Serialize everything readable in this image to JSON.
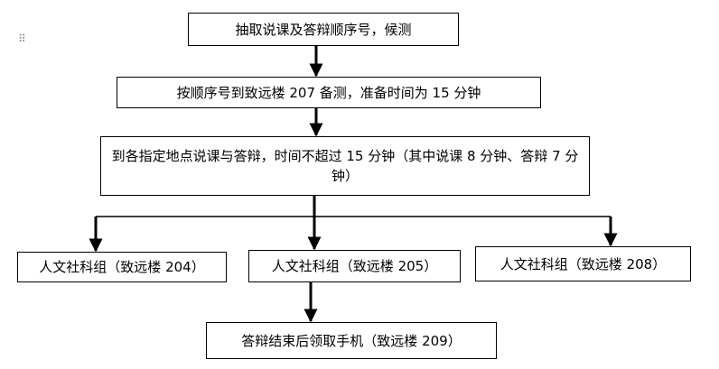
{
  "steps": {
    "draw_order": "抽取说课及答辩顺序号，候测",
    "wait_room": "按顺序号到致远楼 207 备测，准备时间为 15 分钟",
    "present": "到各指定地点说课与答辩，时间不超过 15 分钟（其中说课 8 分钟、答辩 7 分钟）",
    "group_204": "人文社科组（致远楼 204）",
    "group_205": "人文社科组（致远楼 205）",
    "group_208": "人文社科组（致远楼 208）",
    "collect_phone": "答辩结束后领取手机（致远楼 209）"
  },
  "colors": {
    "line": "#000000",
    "box_border": "#000000"
  },
  "icons": {
    "drag_handle": "⠿"
  }
}
